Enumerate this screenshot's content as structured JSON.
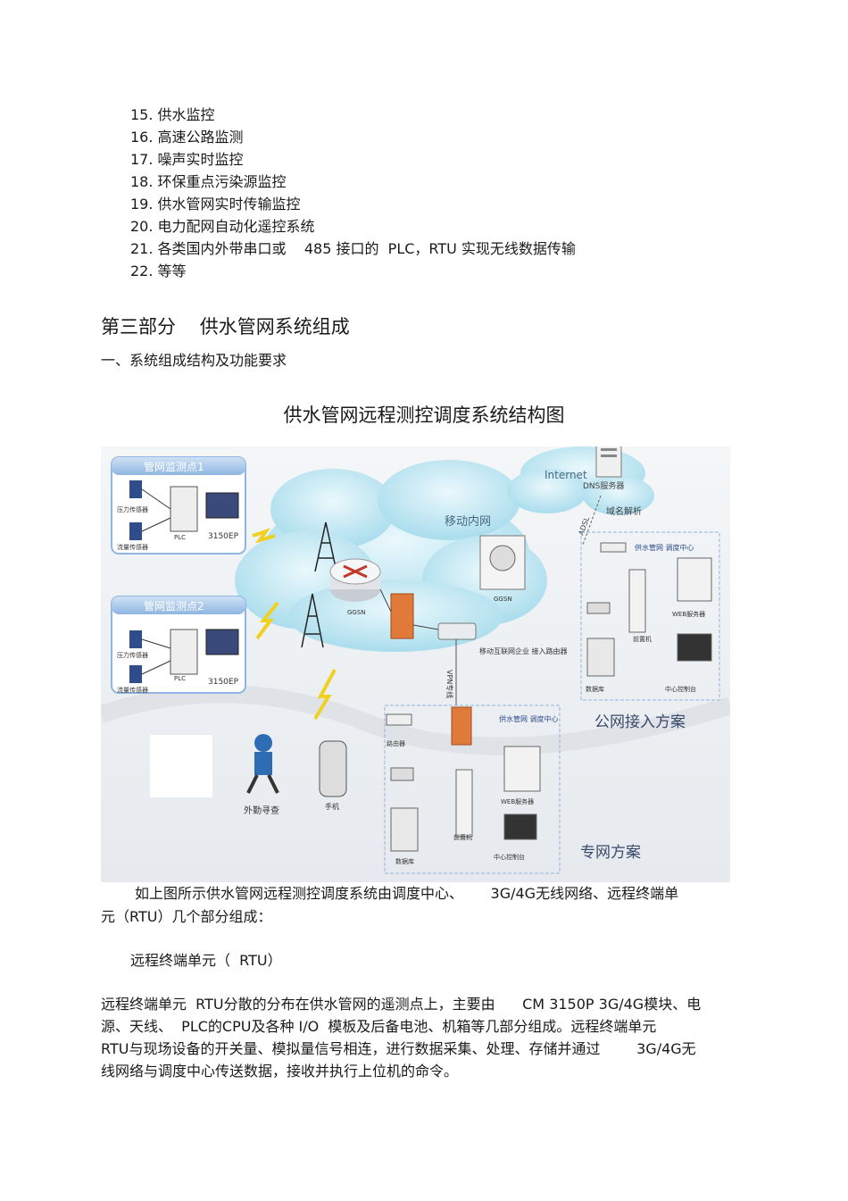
{
  "list_items": [
    "15. 供水监控",
    "16. 高速公路监测",
    "17. 噪声实时监控",
    "18. 环保重点污染源监控",
    "19. 供水管网实时传输监控",
    "20. 电力配网自动化遥控系统",
    "21. 各类国内外带串口或    485 接口的  PLC，RTU 实现无线数据传输",
    "22. 等等"
  ],
  "section_heading": "第三部分    供水管网系统组成",
  "subheading": "一、系统组成结构及功能要求",
  "figure": {
    "title": "供水管网远程测控调度系统结构图",
    "labels": {
      "station1": "管网监测点1",
      "station2": "管网监测点2",
      "pressure_sensor": "压力传感器",
      "flow_sensor": "流量传感器",
      "plc": "PLC",
      "rtu_model": "3150EP",
      "mobile_net": "移动内网",
      "internet": "Internet",
      "dns": "DNS服务器",
      "domain_resolve": "域名解析",
      "ggsn_router": "GGSN",
      "ggsn_server": "GGSN",
      "enterprise_router": "移动互联网企业\n接入路由器",
      "vpn": "VPN专线",
      "adsl": "ADSL",
      "public_center": "供水管网\n调度中心",
      "web_server": "WEB服务器",
      "front_end": "前置机",
      "database": "数据库",
      "control_desk": "中心控制台",
      "public_scheme": "公网接入方案",
      "private_center": "供水管网\n调度中心",
      "router": "路由器",
      "private_scheme": "专网方案",
      "field_patrol": "外勤寻查",
      "phone": "手机"
    }
  },
  "paragraphs": {
    "p1_line1": "如上图所示供水管网远程测控调度系统由调度中心、      3G/4G无线网络、远程终端单",
    "p1_line2": "元（RTU）几个部分组成：",
    "p2": "远程终端单元（  RTU）",
    "p3_line1": "远程终端单元  RTU分散的分布在供水管网的遥测点上，主要由      CM 3150P 3G/4G模块、电",
    "p3_line2": "源、天线、  PLC的CPU及各种 I/O  模板及后备电池、机箱等几部分组成。远程终端单元",
    "p3_line3": "RTU与现场设备的开关量、模拟量信号相连，进行数据采集、处理、存储并通过        3G/4G无",
    "p3_line4": "线网络与调度中心传送数据，接收并执行上位机的命令。"
  }
}
